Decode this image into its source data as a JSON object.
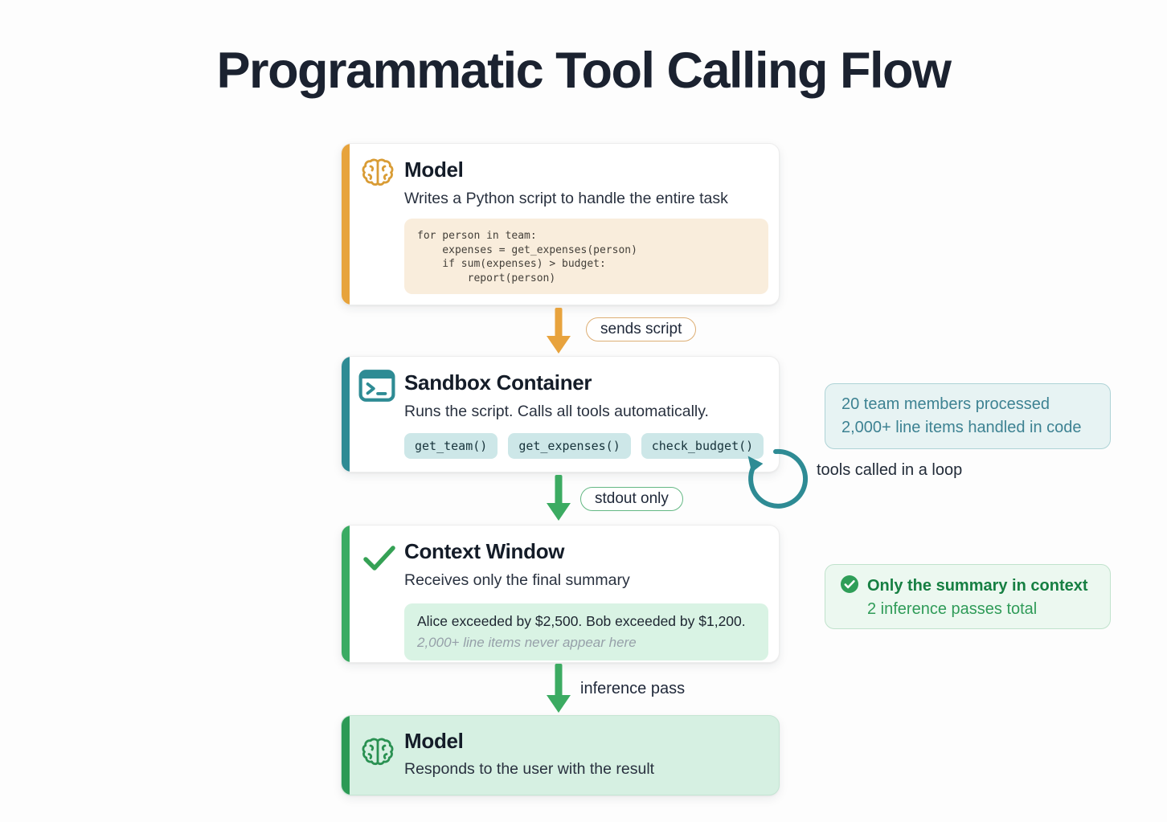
{
  "title": "Programmatic Tool Calling Flow",
  "colors": {
    "accent_orange": "#E7A33C",
    "accent_teal": "#2E8B94",
    "accent_green": "#3BAB63",
    "accent_green_dark": "#2C9A55",
    "code_bg": "#F9EDDC",
    "chip_bg": "#CDE7E8",
    "summary_bg": "#D9F3E4",
    "card_green_bg": "#D6F0E2"
  },
  "flow": {
    "model_top": {
      "icon": "brain-icon",
      "title": "Model",
      "subtitle": "Writes a Python script to handle the entire task",
      "code_lines": [
        "for person in team:",
        "    expenses = get_expenses(person)",
        "    if sum(expenses) > budget:",
        "        report(person)"
      ]
    },
    "sends_script_label": "sends script",
    "sandbox": {
      "icon": "terminal-icon",
      "title": "Sandbox Container",
      "subtitle": "Runs the script. Calls all tools automatically.",
      "chips": [
        "get_team()",
        "get_expenses()",
        "check_budget()"
      ]
    },
    "stdout_label": "stdout only",
    "context": {
      "icon": "check-icon",
      "title": "Context Window",
      "subtitle": "Receives only the final summary",
      "summary_main": "Alice exceeded by $2,500. Bob exceeded by $1,200.",
      "summary_note": "2,000+ line items never appear here"
    },
    "inference_label": "inference pass",
    "model_bottom": {
      "icon": "brain-icon",
      "title": "Model",
      "subtitle": "Responds to the user with the result"
    }
  },
  "side": {
    "processed_note": {
      "line1": "20 team members processed",
      "line2": "2,000+ line items handled in code"
    },
    "loop_label": "tools called in a loop",
    "summary_note": {
      "icon": "check-circle-icon",
      "line1": "Only the summary in context",
      "line2": "2 inference passes total"
    }
  }
}
